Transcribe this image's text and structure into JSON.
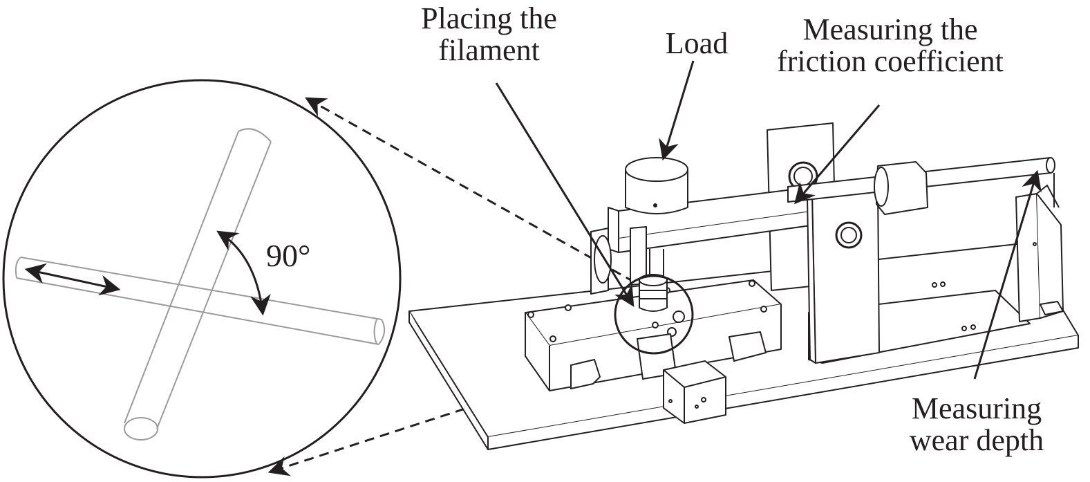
{
  "figure": {
    "description": "Schematic of a crossed-filament reciprocating wear tester",
    "line_color": "#231f20",
    "faint_line_color": "#9a9a9a"
  },
  "labels": {
    "placing_filament": [
      "Placing the",
      "filament"
    ],
    "load": [
      "Load"
    ],
    "measuring_friction": [
      "Measuring the",
      "friction coefficient"
    ],
    "measuring_wear": [
      "Measuring",
      "wear depth"
    ]
  },
  "inset": {
    "angle_label": "90°",
    "motion": "reciprocating (double-headed arrow)"
  }
}
